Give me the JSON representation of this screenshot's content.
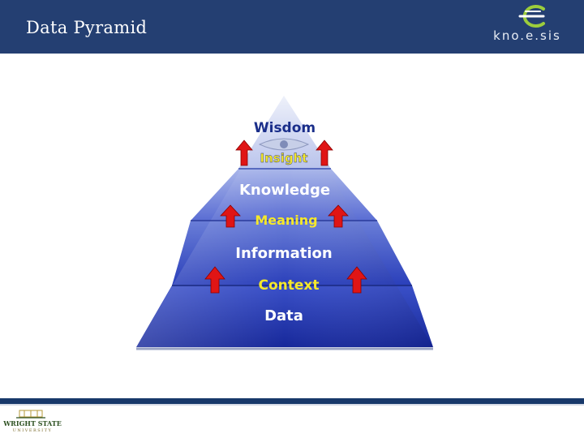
{
  "slide": {
    "title": "Data Pyramid"
  },
  "logos": {
    "knoesis": {
      "text": "kno.e.sis",
      "icon": "knoesis-logo-icon"
    },
    "wsu": {
      "name": "WRIGHT STATE",
      "sub": "UNIVERSITY",
      "icon": "wright-state-logo-icon"
    }
  },
  "pyramid": {
    "levels": [
      "Wisdom",
      "Knowledge",
      "Information",
      "Data"
    ],
    "transitions": [
      "Insight",
      "Meaning",
      "Context"
    ],
    "colors": {
      "level_text": "#ffffff",
      "transition_text": "#f5e82a",
      "arrow": "#e01515",
      "pyramid_dark": "#1c2d9e",
      "pyramid_light": "#e6eaf8"
    }
  },
  "colors": {
    "header": "#243f72",
    "footer_bar": "#18386a"
  }
}
